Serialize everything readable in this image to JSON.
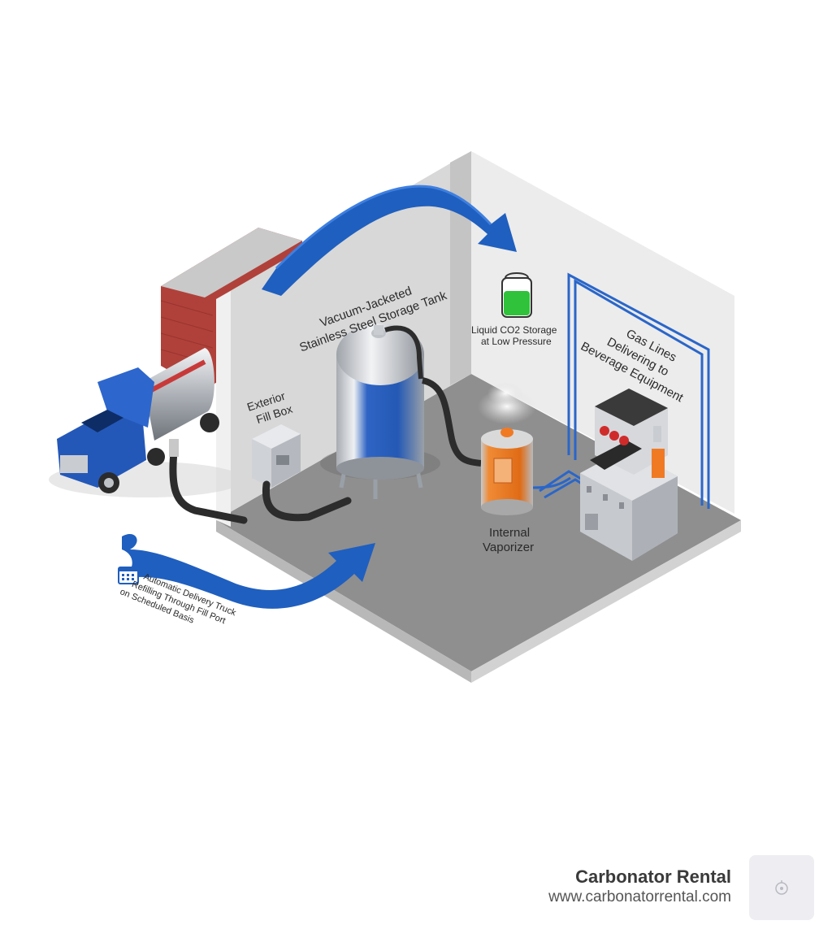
{
  "labels": {
    "storage_tank": [
      "Vacuum-Jacketed",
      "Stainless Steel Storage Tank"
    ],
    "liquid_storage": [
      "Liquid CO2 Storage",
      "at Low Pressure"
    ],
    "gas_lines": [
      "Gas Lines",
      "Delivering to",
      "Beverage Equipment"
    ],
    "fill_box": [
      "Exterior",
      "Fill Box"
    ],
    "vaporizer": [
      "Internal",
      "Vaporizer"
    ],
    "delivery": [
      "Automatic Delivery Truck",
      "Refilling Through Fill Port",
      "on Scheduled Basis"
    ]
  },
  "icons": {
    "calendar": "calendar-icon",
    "level_gauge": "tank-level-icon",
    "brand": "logo-icon"
  },
  "colors": {
    "arrow_blue": "#1f5fbf",
    "gas_line_blue": "#2a66c9",
    "truck_blue": "#2458b8",
    "vaporizer_orange": "#f07a24",
    "liquid_green": "#2fc23a",
    "floor_gray": "#8e8e8e",
    "wall_gray": "#e3e3e3"
  },
  "brand": {
    "name": "Carbonator Rental",
    "url": "www.carbonatorrental.com"
  }
}
